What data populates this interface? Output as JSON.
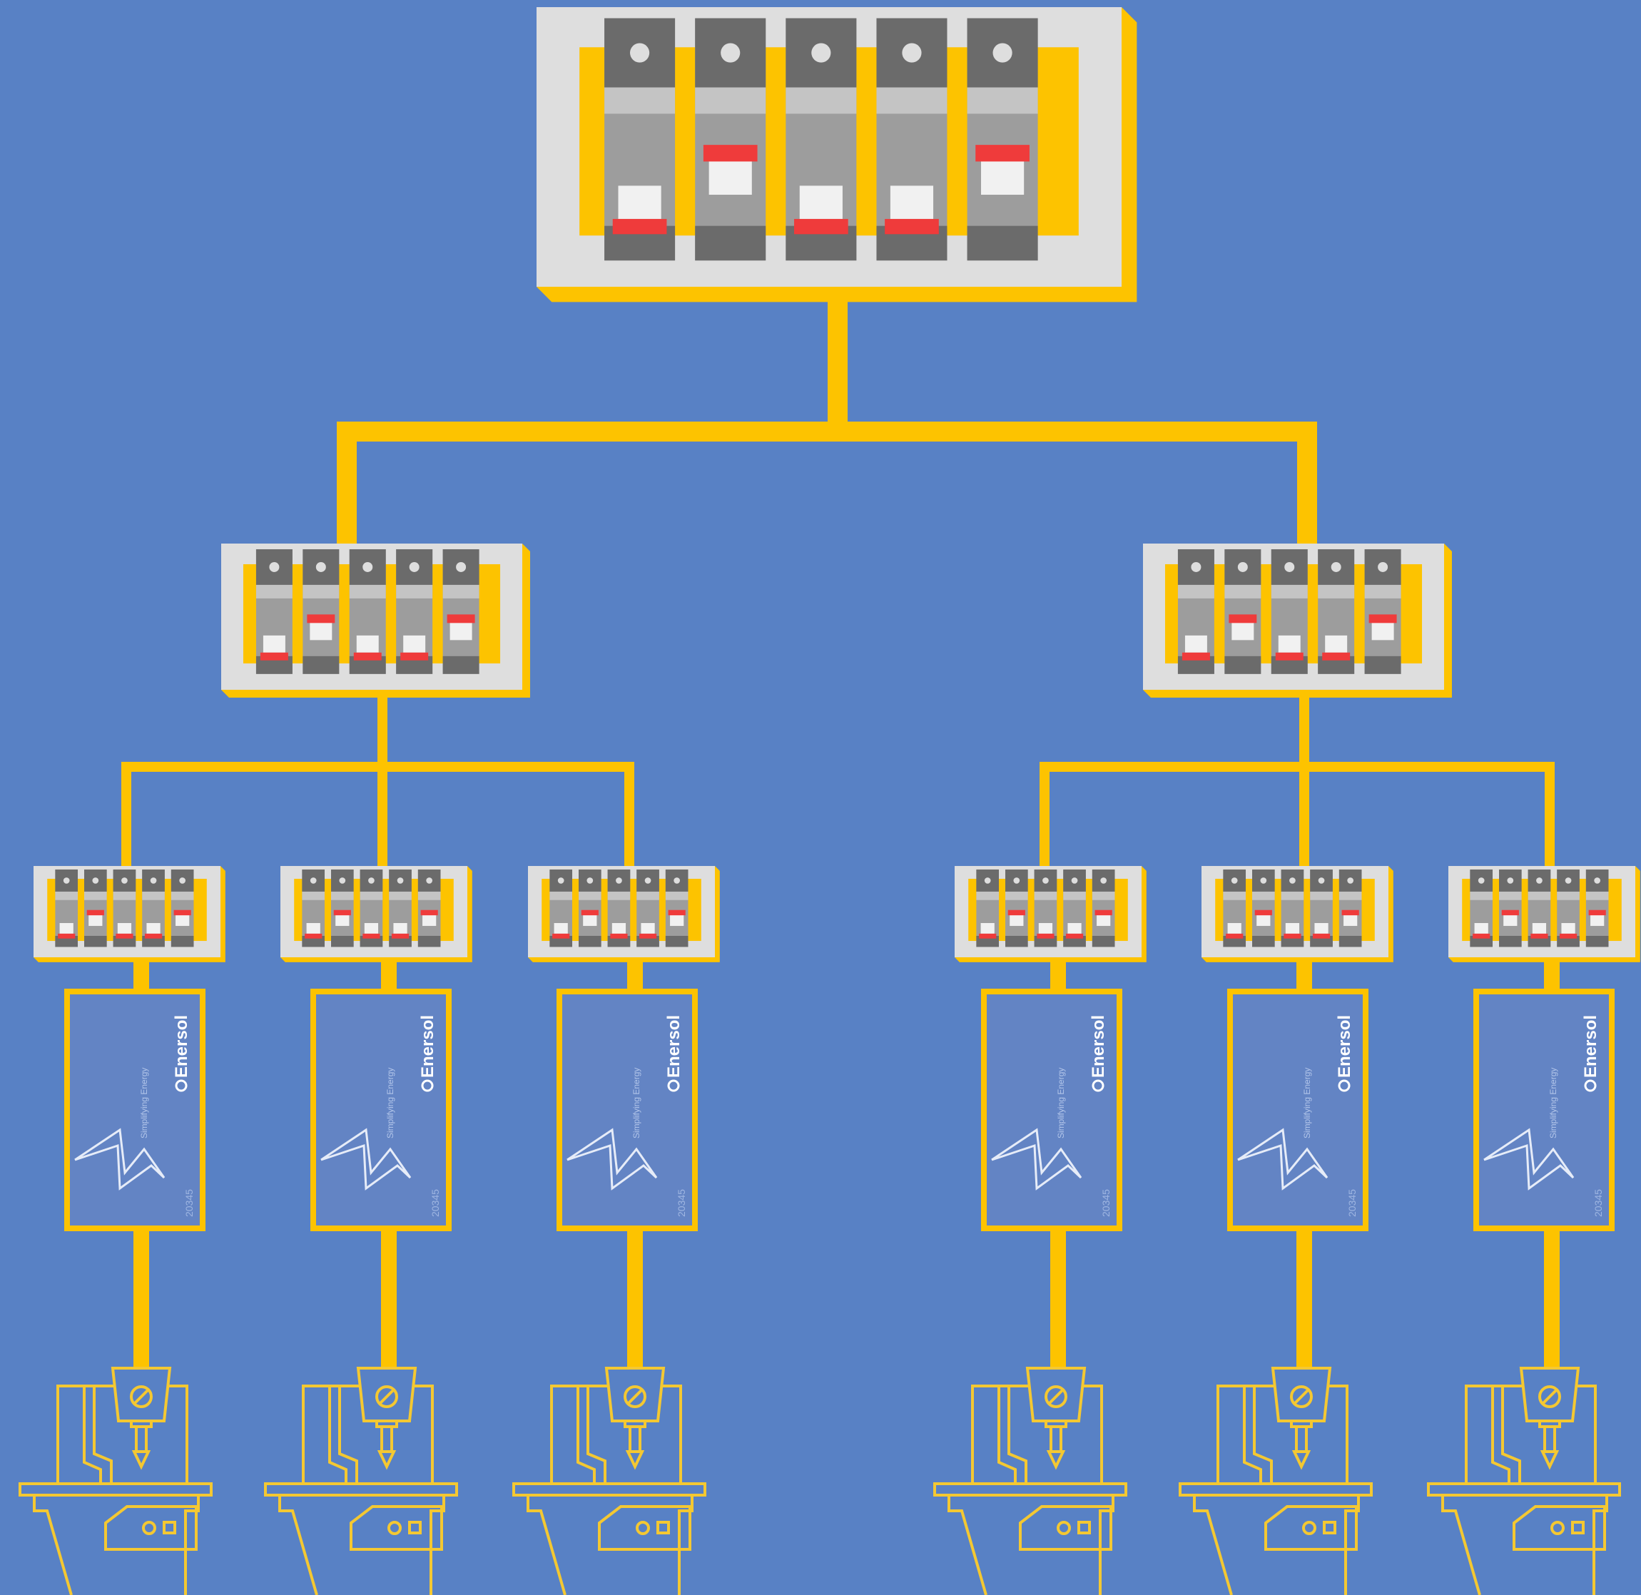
{
  "colors": {
    "background": "#5881c5",
    "wire": "#fdc300",
    "panel_face": "#dedede",
    "breaker_top": "#6b6b6b",
    "breaker_band": "#c4c4c4",
    "breaker_body": "#9d9d9d",
    "switch_white": "#f1f1f1",
    "switch_red": "#ef3b3b",
    "meter_fill": "#6384c4",
    "machine_stroke": "#f4c832"
  },
  "panel": {
    "breaker_count": 5,
    "switch_states": [
      "off",
      "on",
      "off",
      "off",
      "on"
    ]
  },
  "meter": {
    "brand": "Enersol",
    "tagline": "Simplifying Energy",
    "code": "20345",
    "icon": "lightning-bolt-icon"
  },
  "machine": {
    "icon": "press-machine-icon"
  },
  "hierarchy": {
    "main": {
      "label": "main-panel"
    },
    "sub_panels": [
      {
        "label": "sub-panel-left",
        "branches": 3
      },
      {
        "label": "sub-panel-right",
        "branches": 3
      }
    ]
  }
}
